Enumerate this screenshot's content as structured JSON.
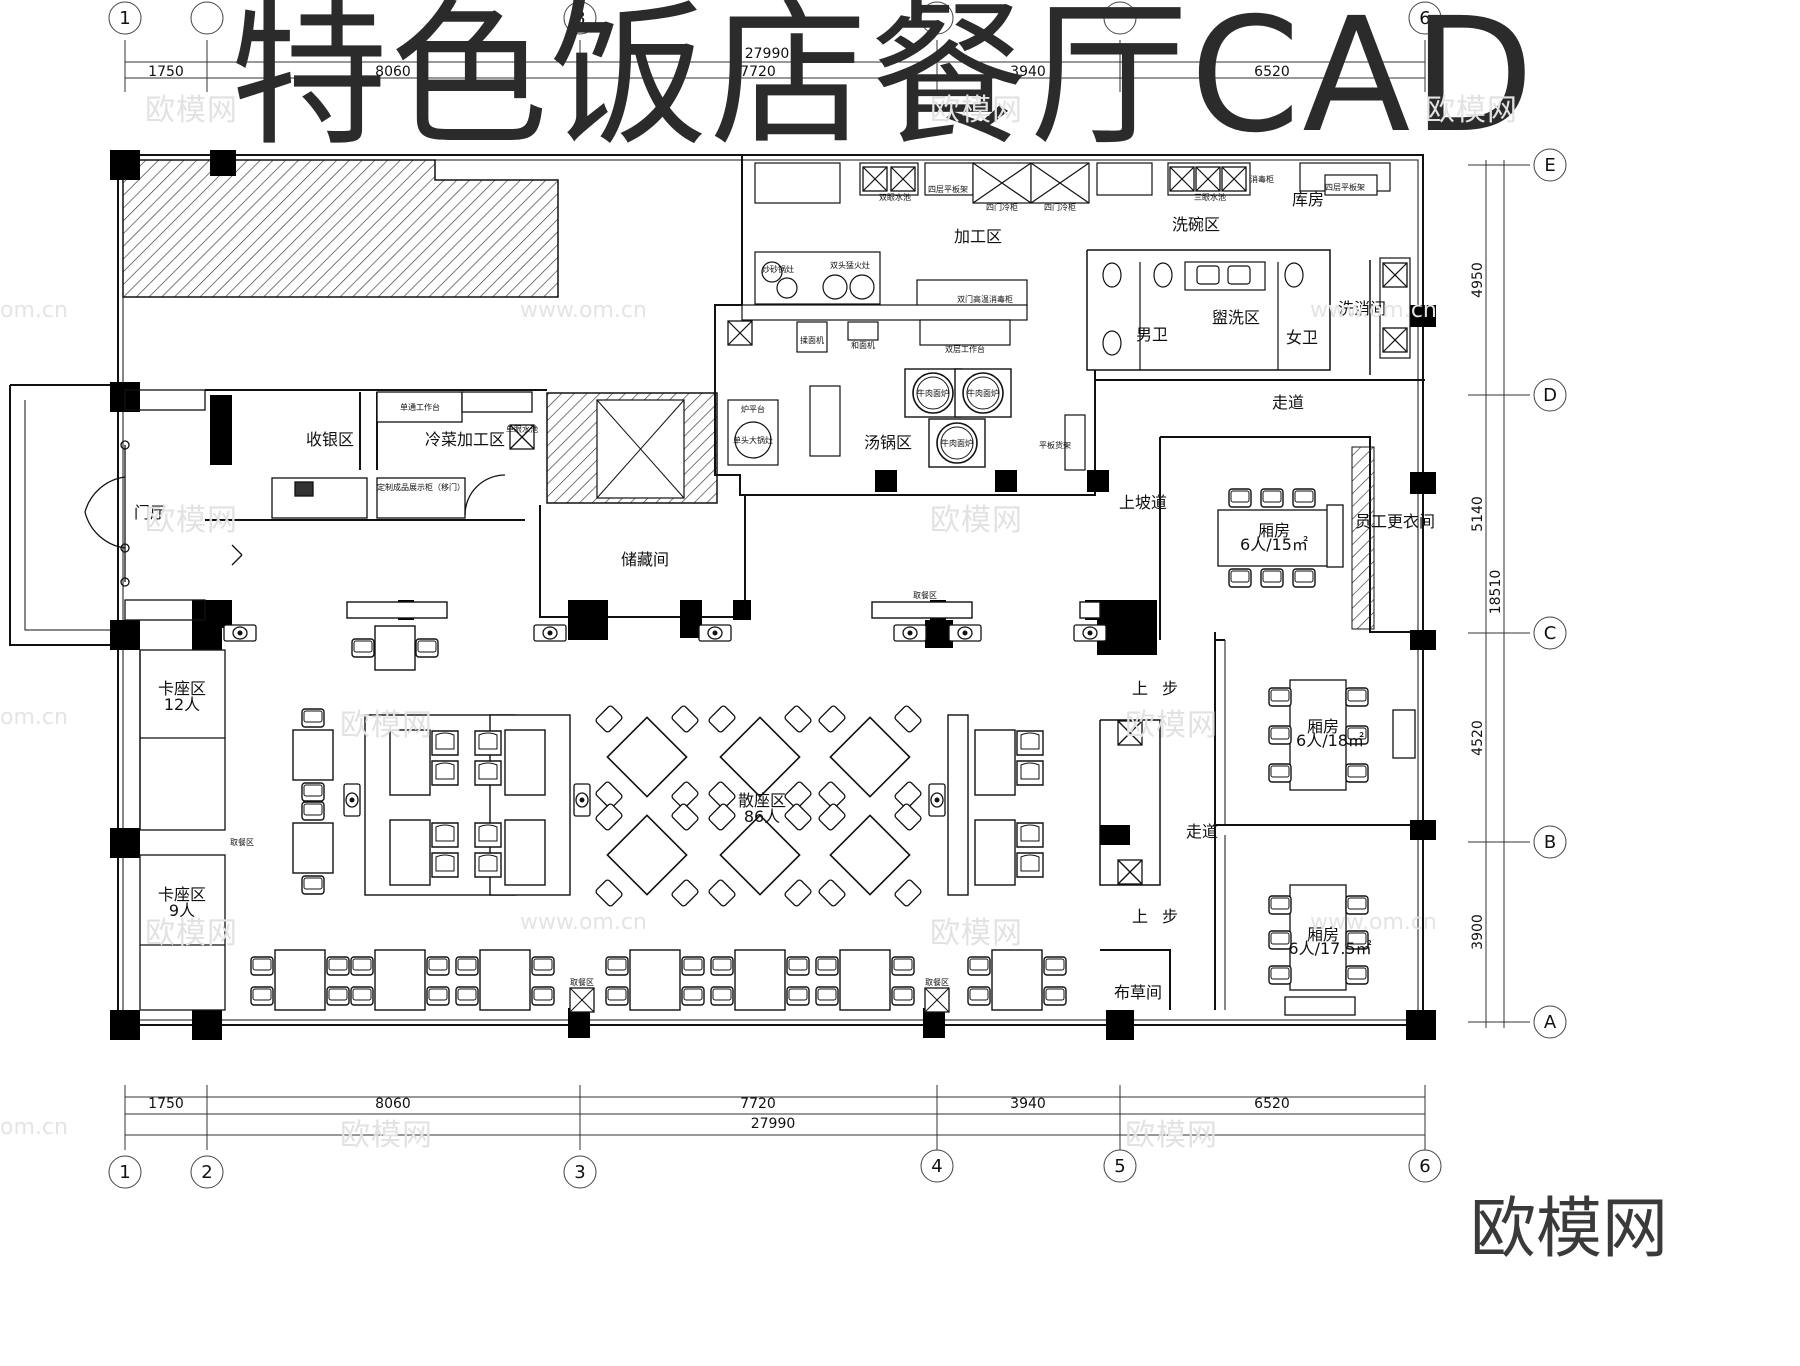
{
  "title": "特色饭店餐厅CAD",
  "brand": "欧模网",
  "watermark": {
    "text": "欧模网",
    "url": "www.om.cn",
    "short": "om.cn"
  },
  "dimensions": {
    "top_total": "27990",
    "segments": [
      "1750",
      "8060",
      "7720",
      "3940",
      "6520"
    ],
    "bottom_total": "27990",
    "right_total": "18510",
    "right_segments": [
      "4950",
      "5140",
      "4520",
      "3900"
    ]
  },
  "axes": {
    "columns": [
      "1",
      "2",
      "3",
      "4",
      "5",
      "6"
    ],
    "rows": [
      "E",
      "D",
      "C",
      "B",
      "A"
    ]
  },
  "rooms": {
    "lobby": "门厅",
    "cashier": "收银区",
    "cold_dish": "冷菜加工区",
    "storage": "储藏间",
    "processing": "加工区",
    "dishwash": "洗碗区",
    "warehouse": "库房",
    "soup_pot": "汤锅区",
    "mens": "男卫",
    "washbasin": "盥洗区",
    "womens": "女卫",
    "wash_room": "洗消间",
    "corridor_top": "走道",
    "ramp_up": "上坡道",
    "staff_locker": "员工更衣间",
    "booth_a_name": "卡座区",
    "booth_a_cap": "12人",
    "booth_b_name": "卡座区",
    "booth_b_cap": "9人",
    "hall_name": "散座区",
    "hall_cap": "86人",
    "private_name": "厢房",
    "private1_cap": "6人/15㎡",
    "private2_cap": "6人/18㎡",
    "private3_cap": "6人/17.5㎡",
    "corridor_side": "走道",
    "linen": "布草间",
    "step_up": "上",
    "step_label": "步"
  },
  "equipment": {
    "double_sink": "双眼水池",
    "four_shelf": "四层平板架",
    "four_fridge": "四门冷柜",
    "four_fridge2": "四门冷柜",
    "three_sink": "三眼水池",
    "four_shelf2": "四层平板架",
    "single_bench": "单通工作台",
    "single_sink": "单眼水池",
    "display": "定制成品展示柜（移门）",
    "stir_fry": "炒砂锅灶",
    "stove_platform": "炉平台",
    "double_fire": "双头猛火灶",
    "sterilizer": "双门高温消毒柜",
    "dough": "揉面机",
    "noodle": "和面机",
    "double_bench": "双层工作台",
    "beef_stove": "牛肉面炉",
    "single_big_pot": "单头大锅灶",
    "flat_shelf": "平板货架",
    "pickup": "取餐区",
    "disinfect": "消毒柜"
  },
  "colors": {
    "line": "#111111",
    "wall": "#000000",
    "title": "#2b2b2b",
    "watermark": "#e2e2e2"
  }
}
